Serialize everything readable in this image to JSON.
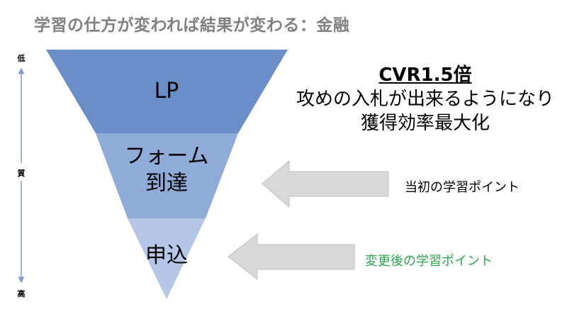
{
  "title": "学習の仕方が変われば結果が変わる：金融",
  "axis": {
    "top_label": "低",
    "middle_label": "質",
    "bottom_label": "高"
  },
  "funnel": {
    "segments": [
      {
        "label": "LP",
        "color": "#6a8fc8"
      },
      {
        "label_line1": "フォーム",
        "label_line2": "到達",
        "color": "#8fabd8"
      },
      {
        "label": "申込",
        "color": "#b4c7e7"
      }
    ]
  },
  "cvr": {
    "headline": "CVR1.5倍",
    "line1": "攻めの入札が出来るようになり",
    "line2": "獲得効率最大化"
  },
  "arrows": [
    {
      "label": "当初の学習ポイント",
      "color": "#000000"
    },
    {
      "label": "変更後の学習ポイント",
      "color": "#2aa84a"
    }
  ],
  "colors": {
    "arrow_fill": "#d9d9d9",
    "arrow_stroke": "#bfbfbf",
    "axis": "#7f9ccf"
  }
}
